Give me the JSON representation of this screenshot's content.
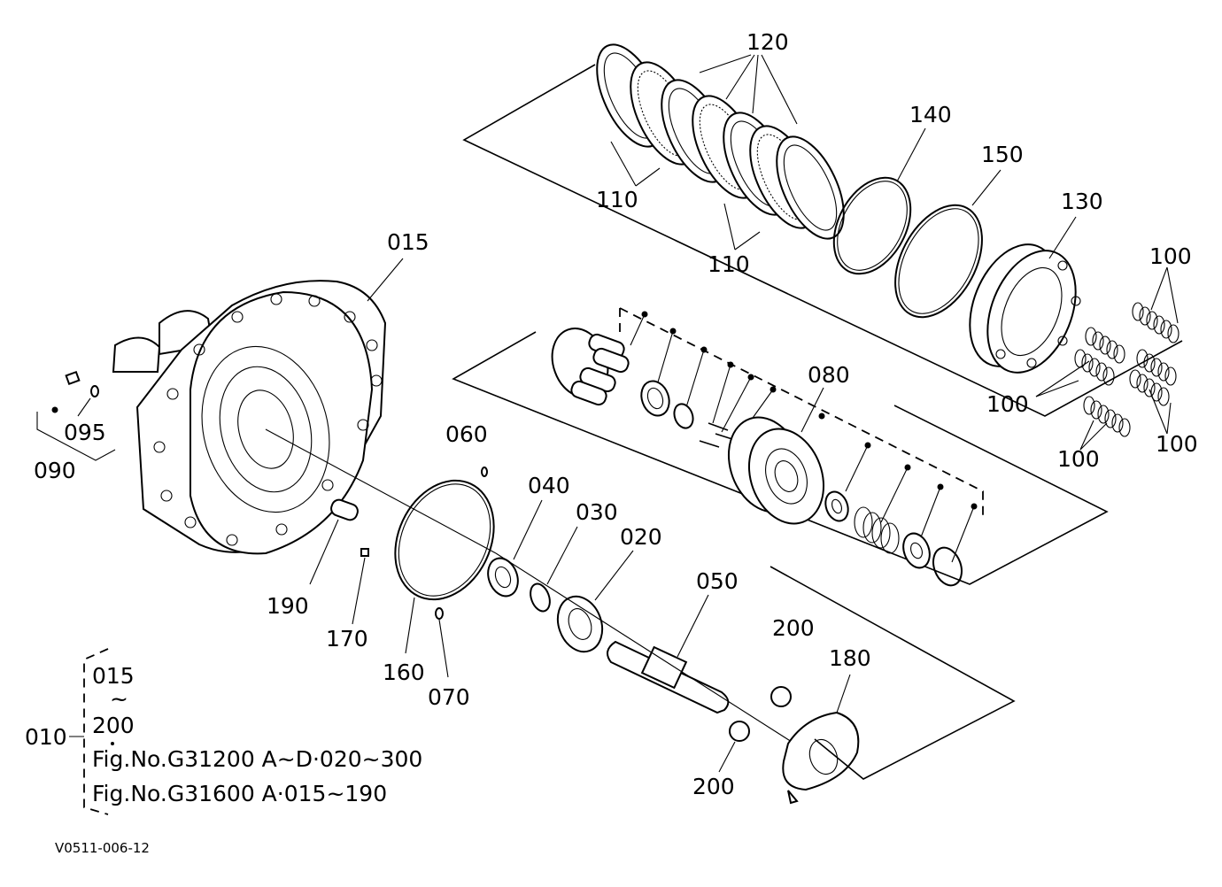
{
  "labels": {
    "p015": "015",
    "p120": "120",
    "p140": "140",
    "p150": "150",
    "p130": "130",
    "p110a": "110",
    "p110b": "110",
    "p100a": "100",
    "p100b": "100",
    "p100c": "100",
    "p100d": "100",
    "p080": "080",
    "p060": "060",
    "p040": "040",
    "p030": "030",
    "p020": "020",
    "p050": "050",
    "p200a": "200",
    "p200b": "200",
    "p180": "180",
    "p095": "095",
    "p090": "090",
    "p190": "190",
    "p170": "170",
    "p160": "160",
    "p070": "070"
  },
  "assembly": {
    "id": "010",
    "range_start": "015",
    "range_tilde": "~",
    "range_end": "200",
    "ref1": "Fig.No.G31200  A~D·020~300",
    "ref2": "Fig.No.G31600  A·015~190"
  },
  "drawing_code": "V0511-006-12"
}
